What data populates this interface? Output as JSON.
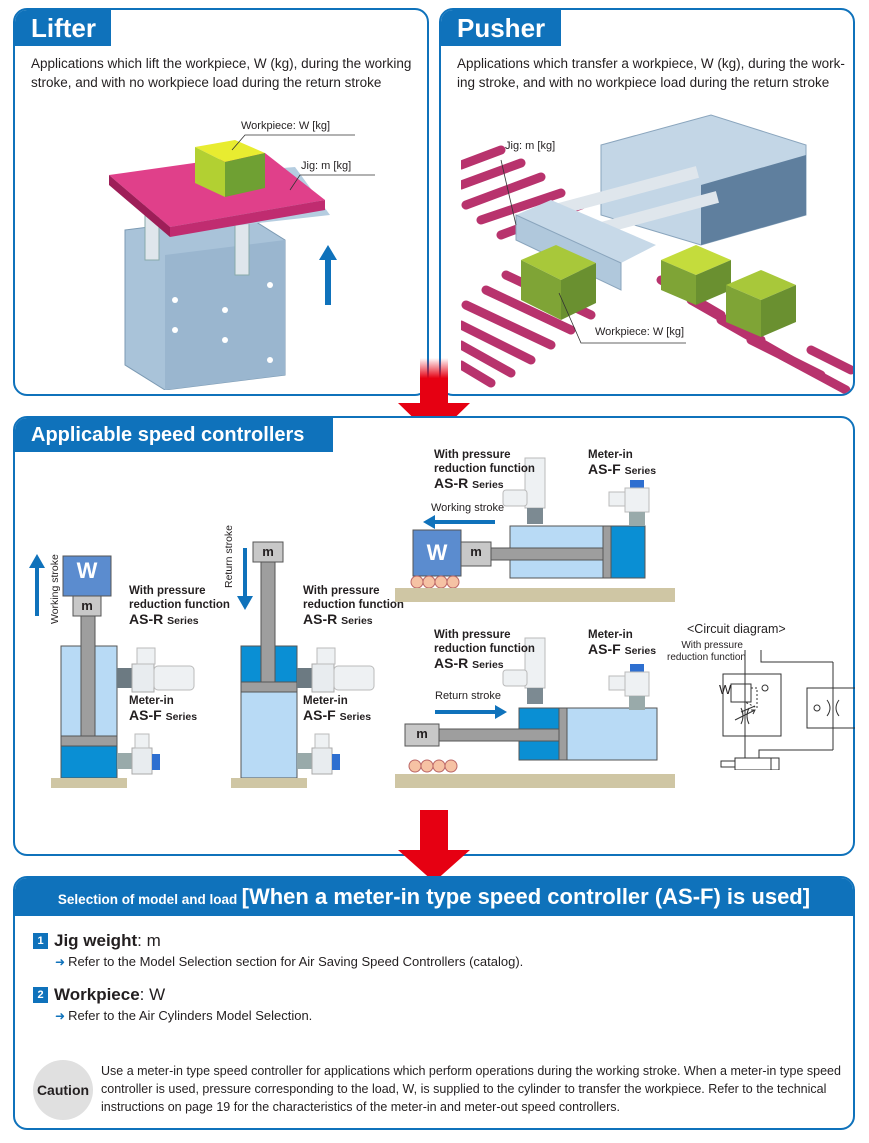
{
  "lifter": {
    "title": "Lifter",
    "description": "Applications which lift the workpiece, W (kg), during the working stroke, and with no workpiece load during the return stroke",
    "callouts": {
      "workpiece": "Workpiece: W [kg]",
      "jig": "Jig: m [kg]"
    }
  },
  "pusher": {
    "title": "Pusher",
    "description": "Applications which transfer a workpiece, W (kg), during the work-ing stroke, and with no workpiece load during the return stroke",
    "callouts": {
      "workpiece": "Workpiece: W [kg]",
      "jig": "Jig: m [kg]"
    }
  },
  "speed_controllers": {
    "title": "Applicable speed controllers",
    "working_stroke": "Working stroke",
    "return_stroke": "Return stroke",
    "load_w": "W",
    "load_m": "m",
    "asr": {
      "line1": "With pressure",
      "line2": "reduction function",
      "series": "AS-R",
      "suffix": "Series"
    },
    "asf": {
      "line1": "Meter-in",
      "series": "AS-F",
      "suffix": "Series"
    },
    "circuit": {
      "title": "<Circuit diagram>",
      "line1": "With pressure",
      "line2": "reduction function",
      "w_label": "W"
    }
  },
  "selection": {
    "header_small": "Selection of model and load",
    "header_big": "[When a meter-in type speed controller (AS-F) is used]",
    "items": [
      {
        "num": "1",
        "name": "Jig weight",
        "symbol": ": m",
        "ref": "Refer to the Model Selection section for Air Saving Speed Controllers (catalog)."
      },
      {
        "num": "2",
        "name": "Workpiece",
        "symbol": ": W",
        "ref": "Refer to the Air Cylinders Model Selection."
      }
    ],
    "caution_label": "Caution",
    "caution_text": "Use a meter-in type speed controller for applications which perform operations during the working stroke. When a meter-in type speed controller is used, pressure corresponding to the load, W, is supplied to the cylinder to transfer the workpiece. Refer to the technical instructions on page 19 for the characteristics of the meter-in and meter-out speed controllers."
  },
  "colors": {
    "brand_blue": "#0f72bb",
    "arrow_red": "#e60012",
    "jig_pink": "#e0408a",
    "workpiece_green": "#a8c83a"
  }
}
